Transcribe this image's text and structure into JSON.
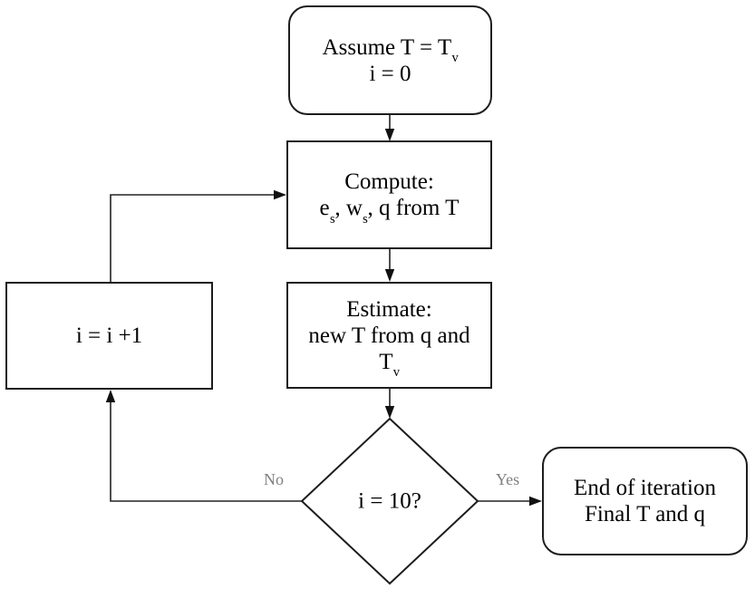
{
  "canvas": {
    "background": "#ffffff",
    "line_color": "#222222",
    "border_color": "#1d1d1d",
    "text_color": "#000000",
    "label_color": "#808080"
  },
  "nodes": {
    "assume": {
      "line1_main": "Assume T = T",
      "line1_sub": "v",
      "line2": "i = 0"
    },
    "compute": {
      "line1": "Compute:",
      "line2_seg1": "e",
      "line2_sub1": "s",
      "line2_seg2": ", w",
      "line2_sub2": "s",
      "line2_seg3": ", q from T"
    },
    "estimate": {
      "line1": "Estimate:",
      "line2": "new T from q and",
      "line3_main": "T",
      "line3_sub": "v"
    },
    "increment": {
      "line1": "i = i +1"
    },
    "decision": {
      "line1": "i = 10?"
    },
    "end": {
      "line1": "End of iteration",
      "line2": "Final T and q"
    }
  },
  "edges": {
    "no_label": "No",
    "yes_label": "Yes"
  }
}
